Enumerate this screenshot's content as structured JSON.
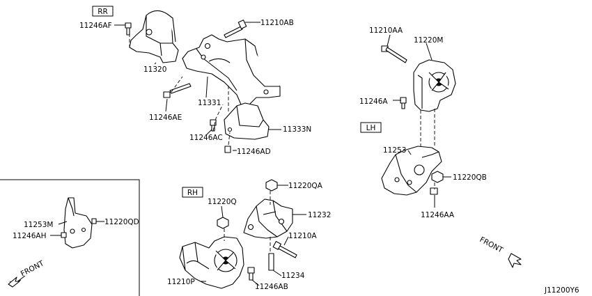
{
  "sections": {
    "rr": "RR",
    "lh": "LH",
    "rh": "RH"
  },
  "labels": {
    "p11246AF": "11246AF",
    "p11210AB": "11210AB",
    "p11320": "11320",
    "p11331": "11331",
    "p11246AE": "11246AE",
    "p11333N": "11333N",
    "p11246AC": "11246AC",
    "p11246AD": "11246AD",
    "p11210AA": "11210AA",
    "p11220M": "11220M",
    "p11246A": "11246A",
    "p11253": "11253",
    "p11220QB": "11220QB",
    "p11246AA": "11246AA",
    "p11220QA": "11220QA",
    "p11220Q": "11220Q",
    "p11232": "11232",
    "p11210A": "11210A",
    "p11234": "11234",
    "p11210P": "11210P",
    "p11246AB": "11246AB",
    "p11253M": "11253M",
    "p11220QD": "11220QD",
    "p11246AH": "11246AH"
  },
  "front_left": "FRONT",
  "front_right": "FRONT",
  "diagram_code": "J11200Y6"
}
